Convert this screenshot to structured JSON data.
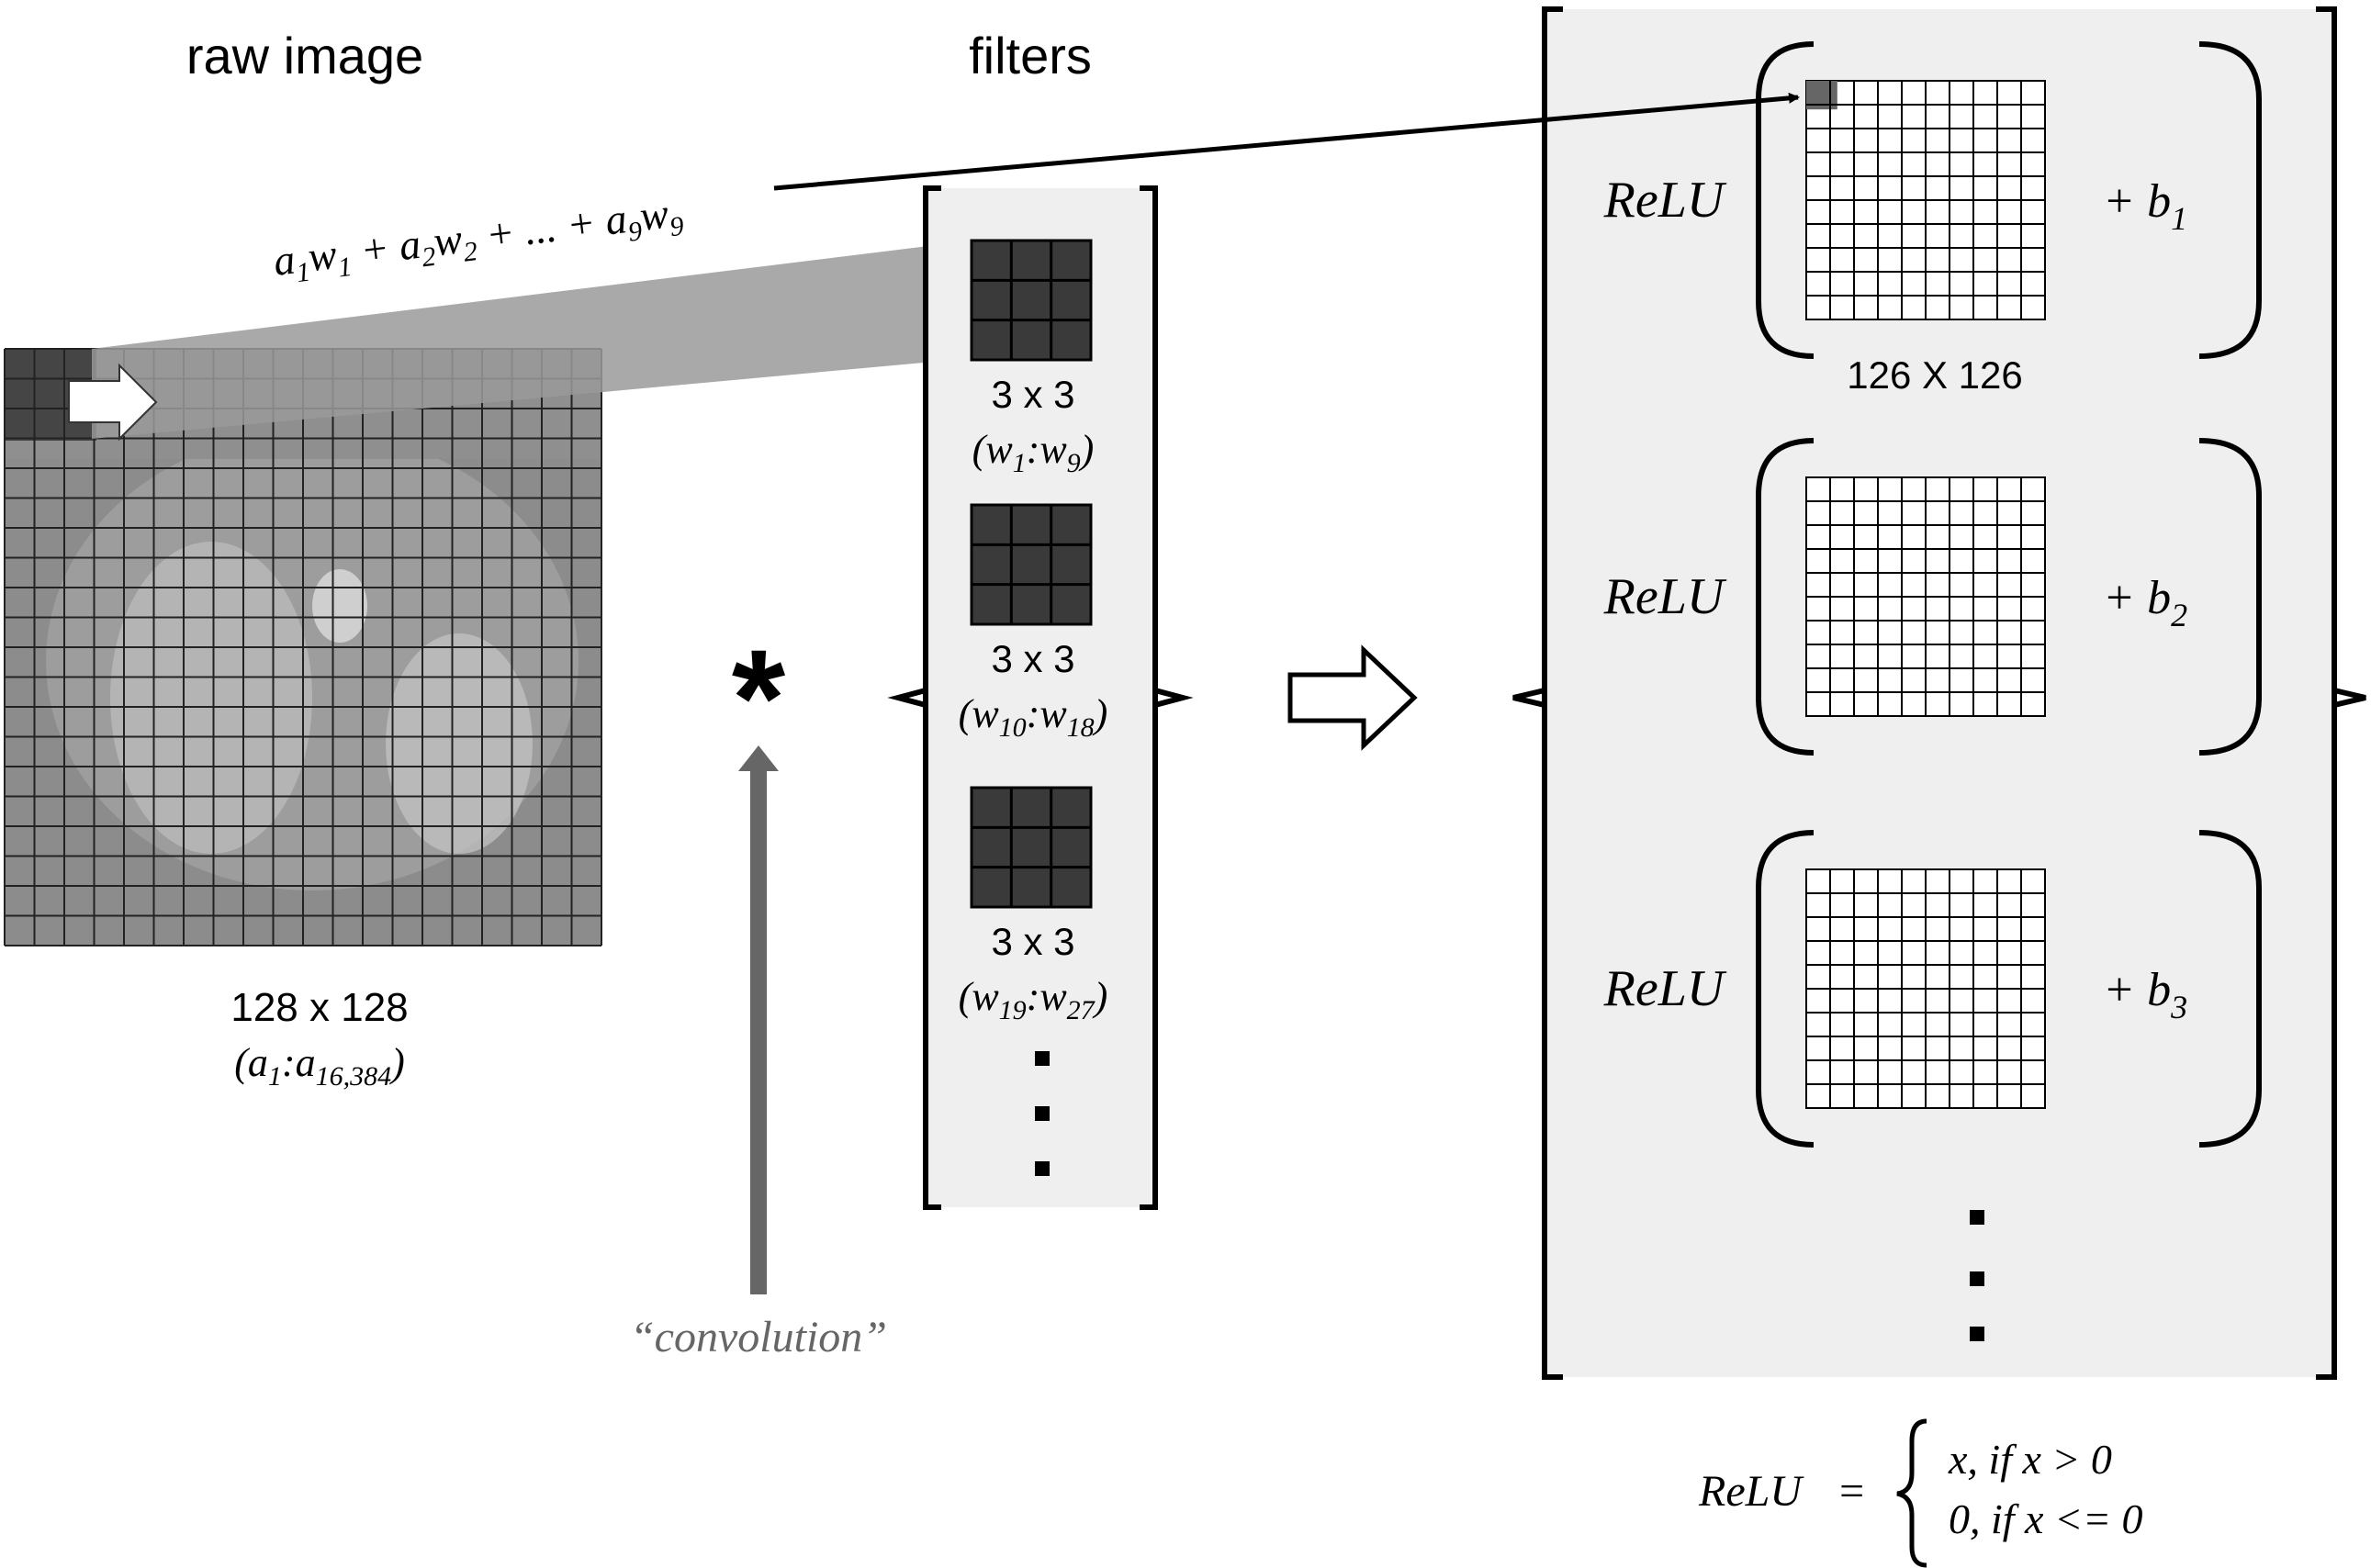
{
  "labels": {
    "raw_image": "raw image",
    "filters": "filters",
    "raw_size": "128 x 128",
    "raw_range_a": "a",
    "raw_range_sub1": "1",
    "raw_range_sep": ":a",
    "raw_range_sub2": "16,384",
    "formula_a": "a",
    "formula_w": "w",
    "formula_plus": " + ",
    "formula_dots": " ... ",
    "convolution": "“convolution”",
    "asterisk": "*"
  },
  "filters": [
    {
      "size": "3 x 3",
      "w_start": "1",
      "w_end": "9"
    },
    {
      "size": "3 x 3",
      "w_start": "10",
      "w_end": "18"
    },
    {
      "size": "3 x 3",
      "w_start": "19",
      "w_end": "27"
    }
  ],
  "feature_maps": [
    {
      "activation": "ReLU",
      "bias_prefix": "+ b",
      "bias_sub": "1"
    },
    {
      "activation": "ReLU",
      "bias_prefix": "+ b",
      "bias_sub": "2"
    },
    {
      "activation": "ReLU",
      "bias_prefix": "+ b",
      "bias_sub": "3"
    }
  ],
  "feature_map_size": "126 X 126",
  "relu_def": {
    "name": "ReLU",
    "eq": "=",
    "case1": "x,  if x > 0",
    "case2": "0,  if x <= 0"
  },
  "colors": {
    "panel": "#efefef",
    "filter_fill": "#3a3a3a",
    "image_fill": "#8c8c8c",
    "strip": "#9a9a9a",
    "arrow_gray": "#666666"
  }
}
